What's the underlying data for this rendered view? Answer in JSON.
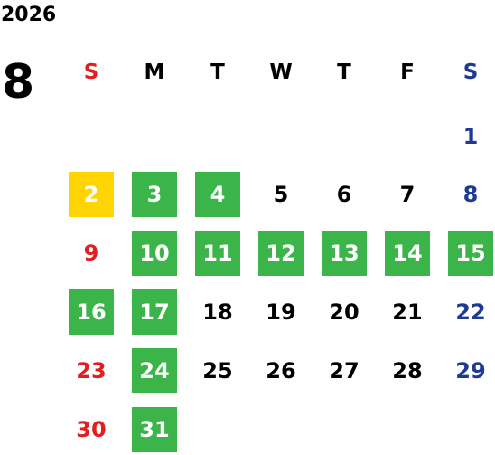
{
  "calendar": {
    "year": "2026",
    "month": "8",
    "weekdays": [
      "S",
      "M",
      "T",
      "W",
      "T",
      "F",
      "S"
    ],
    "colors": {
      "sunday": "#e02020",
      "saturday": "#1f3a93",
      "highlight_green": "#3bb54a",
      "highlight_yellow": "#ffd400"
    },
    "days": [
      {
        "label": "1",
        "highlight": ""
      },
      {
        "label": "2",
        "highlight": "yellow"
      },
      {
        "label": "3",
        "highlight": "green"
      },
      {
        "label": "4",
        "highlight": "green"
      },
      {
        "label": "5",
        "highlight": ""
      },
      {
        "label": "6",
        "highlight": ""
      },
      {
        "label": "7",
        "highlight": ""
      },
      {
        "label": "8",
        "highlight": ""
      },
      {
        "label": "9",
        "highlight": ""
      },
      {
        "label": "10",
        "highlight": "green"
      },
      {
        "label": "11",
        "highlight": "green"
      },
      {
        "label": "12",
        "highlight": "green"
      },
      {
        "label": "13",
        "highlight": "green"
      },
      {
        "label": "14",
        "highlight": "green"
      },
      {
        "label": "15",
        "highlight": "green"
      },
      {
        "label": "16",
        "highlight": "green"
      },
      {
        "label": "17",
        "highlight": "green"
      },
      {
        "label": "18",
        "highlight": ""
      },
      {
        "label": "19",
        "highlight": ""
      },
      {
        "label": "20",
        "highlight": ""
      },
      {
        "label": "21",
        "highlight": ""
      },
      {
        "label": "22",
        "highlight": ""
      },
      {
        "label": "23",
        "highlight": ""
      },
      {
        "label": "24",
        "highlight": "green"
      },
      {
        "label": "25",
        "highlight": ""
      },
      {
        "label": "26",
        "highlight": ""
      },
      {
        "label": "27",
        "highlight": ""
      },
      {
        "label": "28",
        "highlight": ""
      },
      {
        "label": "29",
        "highlight": ""
      },
      {
        "label": "30",
        "highlight": ""
      },
      {
        "label": "31",
        "highlight": "green"
      }
    ]
  }
}
